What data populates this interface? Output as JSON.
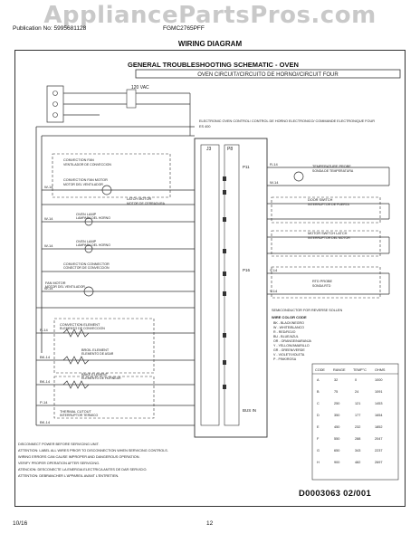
{
  "watermark": "AppliancePartsPros.com",
  "header": {
    "publication": "Publication No: 5995681128",
    "model": "FGMC2765PFF",
    "title": "WIRING DIAGRAM"
  },
  "schematic": {
    "title": "GENERAL TROUBLESHOOTING SCHEMATIC - OVEN",
    "oven_circuit_banner": "OVEN CIRCUIT//CIRCUITO DE HORNO//CIRCUIT FOUR",
    "supply_voltage": "120 VAC",
    "control_label": "ELECTRONIC OVEN CONTROL/ CONTROL DE HORNO ELECTRONICO/ COMMANDE ELECTRONIQUE FOUR",
    "control_code": "ES 400",
    "connector_j3": "J3",
    "connector_p8": "P8",
    "connector_p11": "P11",
    "connector_p16": "P16",
    "bus_label": "BUS IN",
    "grounding_note": "SEMICONDUCTOR FOR REVERSE SOLLEN"
  },
  "left_components": [
    {
      "label": "CONVECTION FAN",
      "sub": "VENTILADOR DE CONVECCION"
    },
    {
      "label": "CONVECTION FAN MOTOR",
      "sub": "MOTOR DEL VENTILADOR"
    },
    {
      "label": "LATCH MOTOR",
      "sub": "MOTOR DE CERRADURA"
    },
    {
      "label": "OVEN LAMP",
      "sub": "LAMPARA DEL HORNO"
    },
    {
      "label": "OVEN LAMP",
      "sub": "LAMPARA DEL HORNO"
    },
    {
      "label": "CONVECTION CONNECTOR",
      "sub": "CONECTOR DE CONVECCION"
    },
    {
      "label": "FAN MOTOR",
      "sub": "MOTOR DEL VENTILADOR"
    },
    {
      "label": "CONVECTION ELEMENT",
      "sub": "ELEMENTO DE CONVECCION"
    },
    {
      "label": "BROIL ELEMENT",
      "sub": "ELEMENTO DE ASAR"
    },
    {
      "label": "BAKE ELEMENT",
      "sub": "ELEMENTO DE HORNEAR"
    },
    {
      "label": "THERMAL CUTOUT",
      "sub": "INTERRUPTOR TERMICO"
    }
  ],
  "right_components": [
    {
      "label": "TEMPERATURE PROBE",
      "sub": "SONDA DE TEMPERATURA"
    },
    {
      "label": "DOOR SWITCH",
      "sub": "INTERRUPTOR DE PUERTA"
    },
    {
      "label": "MOTOR SWITCH LATCH",
      "sub": "INTERRUPTOR DEL MOTOR"
    },
    {
      "label": "RTD PROBE",
      "sub": "SONDA RTD"
    }
  ],
  "wire_codes": [
    "W-14",
    "W-14",
    "W-14",
    "W-14",
    "R-14",
    "BK-14",
    "BK-14",
    "P-14",
    "BK-14",
    "R-14",
    "W-14",
    "V-14",
    "V-14"
  ],
  "legend": {
    "title": "WIRE COLOR CODE",
    "entries": [
      "BK - BLACK/NEGRO",
      "W - WHITE/BLANCO",
      "R - RED/ROJO",
      "BU - BLUE/AZUL",
      "OR - ORANGE/NARANJA",
      "Y - YELLOW/AMARILLO",
      "GR - GREEN/VERDE",
      "V - VIOLET/VIOLETA",
      "P - PINK/ROSA"
    ]
  },
  "rtd_table": {
    "headers": [
      "CODE",
      "RANGE",
      "TEMP°C",
      "OHMS"
    ],
    "rows": [
      [
        "A",
        "32",
        "0",
        "1000"
      ],
      [
        "B",
        "75",
        "24",
        "1091"
      ],
      [
        "C",
        "250",
        "121",
        "1453"
      ],
      [
        "D",
        "350",
        "177",
        "1654"
      ],
      [
        "E",
        "450",
        "232",
        "1852"
      ],
      [
        "F",
        "550",
        "288",
        "2047"
      ],
      [
        "G",
        "650",
        "343",
        "2237"
      ],
      [
        "H",
        "900",
        "482",
        "2697"
      ]
    ]
  },
  "warnings": [
    "DISCONNECT POWER BEFORE SERVICING UNIT.",
    "ATTENTION: LABEL ALL WIRES PRIOR TO DISCONNECTION WHEN SERVICING CONTROLS.",
    "WIRING ERRORS CAN CAUSE IMPROPER AND DANGEROUS OPERATION.",
    "VERIFY PROPER OPERATION AFTER SERVICING.",
    "ATENCION: DESCONECTE LA ENERGIA ELECTRICA ANTES DE DAR SERVICIO.",
    "ATTENTION: DEBRANCHER L'APPAREIL AVANT L'ENTRETIEN."
  ],
  "document_number": "D0003063  02/001",
  "footer": {
    "date": "10/16",
    "page": "12"
  }
}
